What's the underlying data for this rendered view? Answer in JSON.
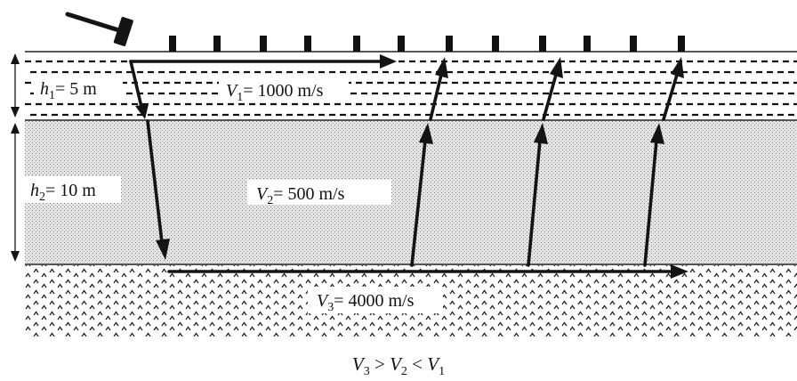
{
  "layers": [
    {
      "thickness_label": "h",
      "thickness_subscript": "1",
      "thickness_value": "= 5 m",
      "velocity_label": "V",
      "velocity_subscript": "1",
      "velocity_value": "= 1000 m/s",
      "texture": "dashed-lines"
    },
    {
      "thickness_label": "h",
      "thickness_subscript": "2",
      "thickness_value": "= 10 m",
      "velocity_label": "V",
      "velocity_subscript": "2",
      "velocity_value": "= 500 m/s",
      "texture": "fine-stipple"
    },
    {
      "velocity_label": "V",
      "velocity_subscript": "3",
      "velocity_value": "= 4000 m/s",
      "texture": "caret-pattern"
    }
  ],
  "caption": {
    "v3": "V",
    "v3_sub": "3",
    "gt": " > ",
    "v2": "V",
    "v2_sub": "2",
    "lt": " < ",
    "v1": "V",
    "v1_sub": "1"
  },
  "source": {
    "icon": "hammer-icon"
  },
  "geophones": {
    "count": 12,
    "icon": "geophone-icon"
  },
  "colors": {
    "ink": "#141414",
    "layer2_fill": "#e4e4e4"
  }
}
